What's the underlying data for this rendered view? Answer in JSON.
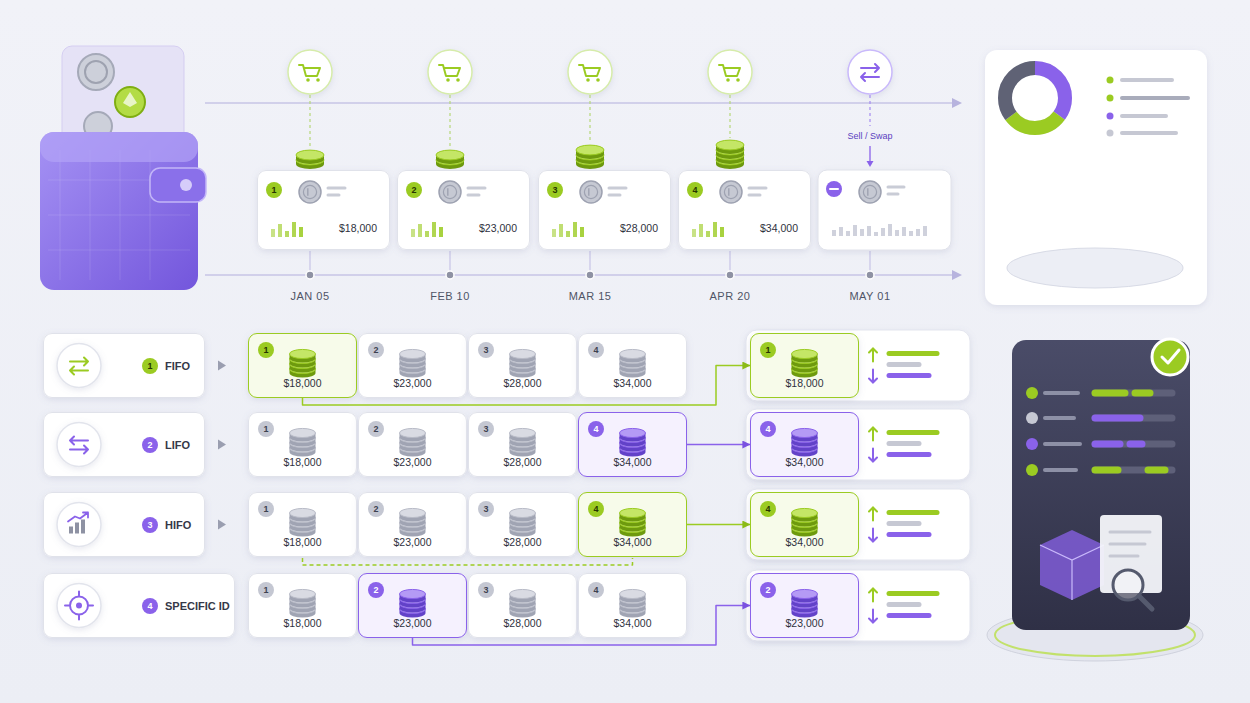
{
  "diagram": {
    "nodes": [
      {
        "text": [
          "1",
          "$18,000"
        ]
      },
      {
        "text": [
          "2",
          "$23,000"
        ]
      },
      {
        "text": [
          "3",
          "$28,000"
        ]
      },
      {
        "text": [
          "4",
          "$34,000"
        ]
      },
      {
        "text": [
          "1",
          "FIFO"
        ]
      },
      {
        "text": [
          "1",
          "$18,000"
        ]
      },
      {
        "text": [
          "2",
          "$23,000"
        ]
      },
      {
        "text": [
          "3",
          "$28,000"
        ]
      },
      {
        "text": [
          "4",
          "$34,000"
        ]
      },
      {
        "text": [
          "1",
          "$18,000"
        ]
      },
      {
        "text": [
          "2",
          "LIFO"
        ]
      },
      {
        "text": [
          "1",
          "$18,000"
        ]
      },
      {
        "text": [
          "2",
          "$23,000"
        ]
      },
      {
        "text": [
          "3",
          "$28,000"
        ]
      },
      {
        "text": [
          "4",
          "$34,000"
        ]
      },
      {
        "text": [
          "4",
          "$34,000"
        ]
      },
      {
        "text": [
          "3",
          "HIFO"
        ]
      },
      {
        "text": [
          "1",
          "$18,000"
        ]
      },
      {
        "text": [
          "2",
          "$23,000"
        ]
      },
      {
        "text": [
          "3",
          "$28,000"
        ]
      },
      {
        "text": [
          "4",
          "$34,000"
        ]
      },
      {
        "text": [
          "4",
          "$34,000"
        ]
      },
      {
        "text": [
          "4",
          "SPECIFIC ID"
        ]
      },
      {
        "text": [
          "1",
          "$18,000"
        ]
      },
      {
        "text": [
          "2",
          "$23,000"
        ]
      },
      {
        "text": [
          "3",
          "$28,000"
        ]
      },
      {
        "text": [
          "4",
          "$34,000"
        ]
      },
      {
        "text": [
          "2",
          "$23,000"
        ]
      }
    ],
    "edges": [
      {
        "from": 5,
        "to": 9,
        "arrow": "to"
      },
      {
        "from": 14,
        "to": 15,
        "arrow": "to"
      },
      {
        "from": 17,
        "to": 20,
        "arrow": "none"
      },
      {
        "from": 20,
        "to": 21,
        "arrow": "to"
      },
      {
        "from": 24,
        "to": 27,
        "arrow": "to"
      }
    ],
    "labels": [
      "Sell / Swap",
      "JAN 05",
      "FEB 10",
      "MAR 15",
      "APR 20",
      "MAY 01"
    ]
  }
}
